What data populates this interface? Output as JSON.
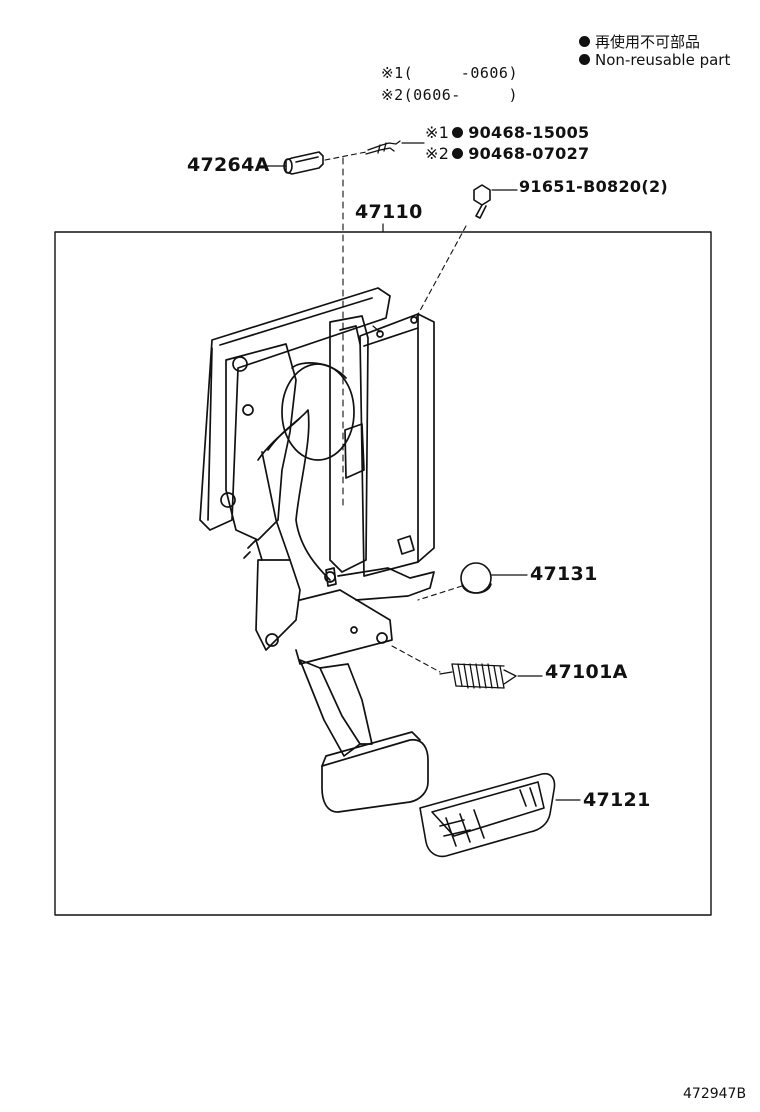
{
  "legend": {
    "non_reusable_jp": "再使用不可部品",
    "non_reusable_en": "Non-reusable part"
  },
  "date_notes": {
    "note1": "※1(     -0606)",
    "note2": "※2(0606-     )"
  },
  "parts": {
    "p47264A": "47264A",
    "p47110": "47110",
    "cotter_1": "※1",
    "cotter_1_num": "90468-15005",
    "cotter_2": "※2",
    "cotter_2_num": "90468-07027",
    "bolt": "91651-B0820(2)",
    "p47131": "47131",
    "p47101A": "47101A",
    "p47121": "47121"
  },
  "footer": {
    "ref": "472947B"
  }
}
